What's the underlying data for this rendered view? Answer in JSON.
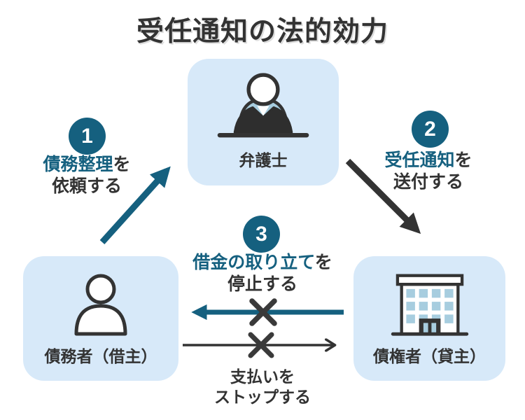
{
  "title": "受任通知の法的効力",
  "colors": {
    "accent_blue": "#15607f",
    "text_dark": "#333333",
    "node_background": "#d7e9f9",
    "icon_light_blue": "#a7cddf",
    "white": "#ffffff"
  },
  "nodes": {
    "lawyer": {
      "label": "弁護士",
      "icon": "lawyer-at-desk-icon"
    },
    "debtor": {
      "label": "債務者（借主）",
      "icon": "person-icon"
    },
    "creditor": {
      "label": "債権者（貸主）",
      "icon": "building-icon"
    }
  },
  "steps": [
    {
      "number": "1",
      "highlight": "債務整理",
      "suffix": "を",
      "line2": "依頼する",
      "from": "債務者（借主）",
      "to": "弁護士",
      "arrow_color": "#15607f",
      "crossed_out": false
    },
    {
      "number": "2",
      "highlight": "受任通知",
      "suffix": "を",
      "line2": "送付する",
      "from": "弁護士",
      "to": "債権者（貸主）",
      "arrow_color": "#333333",
      "crossed_out": false
    },
    {
      "number": "3",
      "highlight": "借金の取り立て",
      "suffix": "を",
      "line2": "停止する",
      "from": "債権者（貸主）",
      "to": "債務者（借主）",
      "arrow_color": "#15607f",
      "crossed_out": true
    }
  ],
  "bottom_flow": {
    "line1": "支払いを",
    "line2": "ストップする",
    "from": "債務者（借主）",
    "to": "債権者（貸主）",
    "arrow_color": "#333333",
    "crossed_out": true
  }
}
